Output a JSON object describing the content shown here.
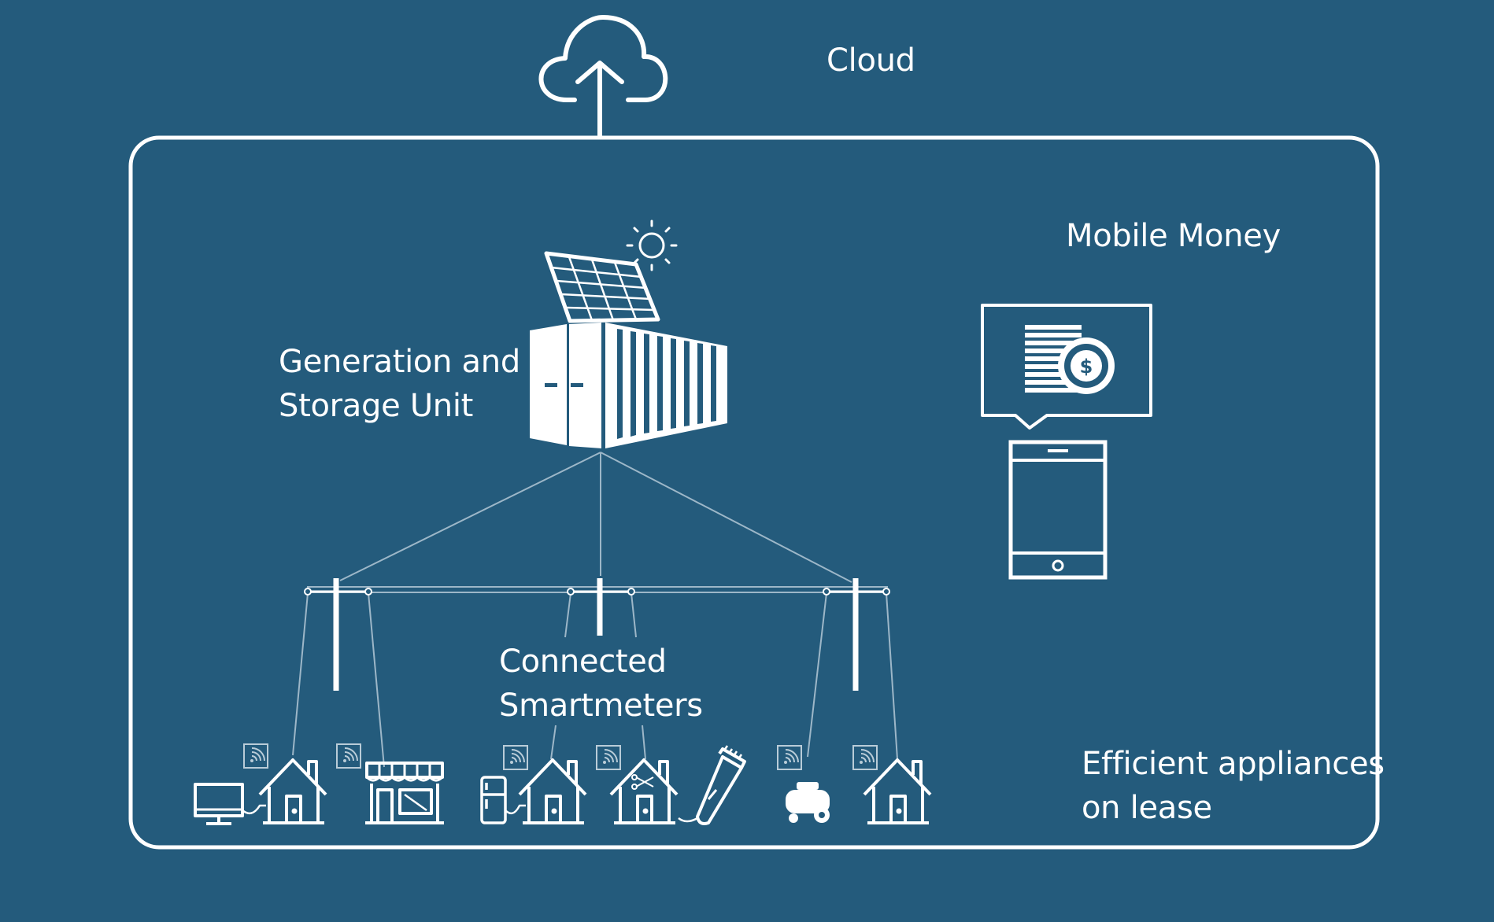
{
  "labels": {
    "cloud": "Cloud",
    "mobile_money": "Mobile Money",
    "generation_line1": "Generation and",
    "generation_line2": "Storage Unit",
    "smartmeters_line1": "Connected",
    "smartmeters_line2": "Smartmeters",
    "appliances_line1": "Efficient appliances",
    "appliances_line2": "on lease"
  },
  "colors": {
    "background": "#245B7C",
    "foreground": "#FFFFFF",
    "wire": "#9DB7C8"
  },
  "icons": {
    "cloud": "cloud-upload-icon",
    "sun": "sun-icon",
    "solar_panel": "solar-panel-icon",
    "storage": "container-icon",
    "money": "coin-stack-icon",
    "phone": "tablet-icon",
    "pole": "utility-pole-icon",
    "meter": "smartmeter-icon",
    "house": "house-icon",
    "shop": "shop-icon",
    "computer": "computer-icon",
    "fridge": "fridge-icon",
    "sewing": "sewing-icon",
    "shaver": "hair-clipper-icon",
    "compressor": "compressor-icon"
  }
}
